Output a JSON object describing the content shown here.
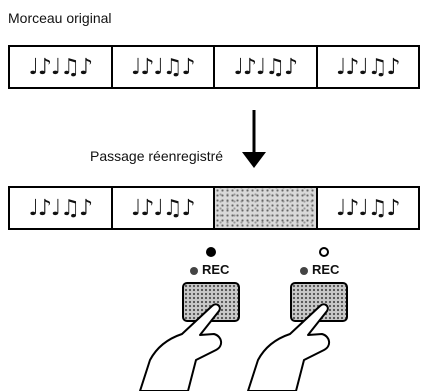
{
  "labels": {
    "original": "Morceau original",
    "passage": "Passage réenregistré"
  },
  "original_track": {
    "segments": [
      "♩♪♩♫♪",
      "♩♪♩♫♪",
      "♩♪♩♫♪",
      "♩♪♩♫♪"
    ]
  },
  "new_track": {
    "segments": [
      "♩♪♩♫♪",
      "♩♪♩♫♪",
      "",
      "♩♪♩♫♪"
    ],
    "rerecorded_index": 2
  },
  "rec_buttons": [
    {
      "label": "REC",
      "indicator": "on"
    },
    {
      "label": "REC",
      "indicator": "off"
    }
  ],
  "icons": [
    "down-arrow-icon",
    "hand-pressing-icon"
  ]
}
